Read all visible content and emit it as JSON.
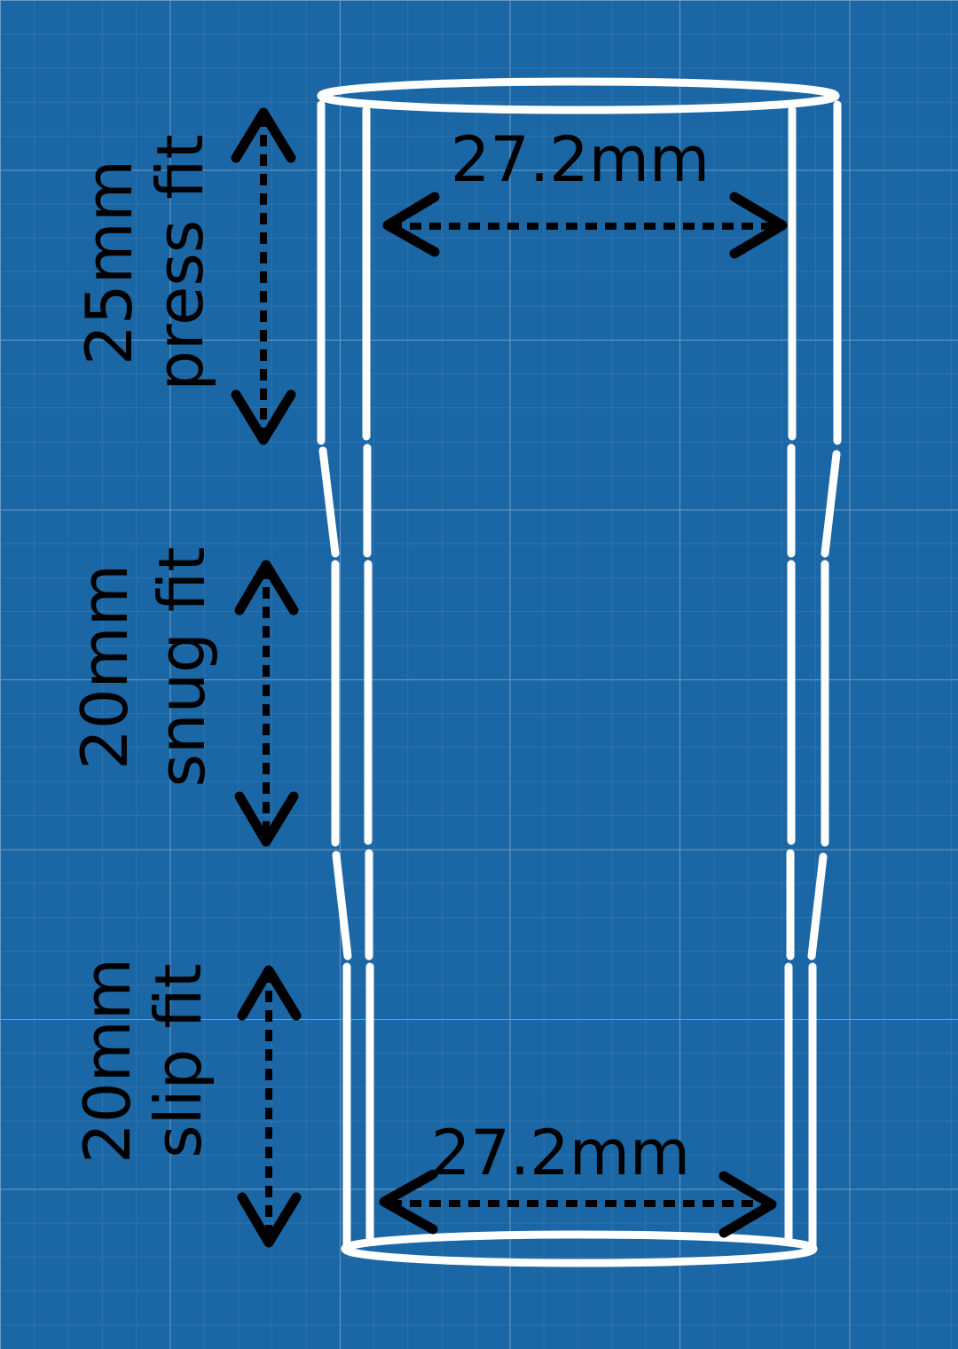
{
  "colors": {
    "background": "#1b67a5",
    "grid_major": "#6f98c3",
    "grid_minor": "#3e7db6",
    "tube": "#ffffff",
    "annotation": "#000000"
  },
  "sections": [
    {
      "length": "25mm",
      "fit": "press fit"
    },
    {
      "length": "20mm",
      "fit": "snug fit"
    },
    {
      "length": "20mm",
      "fit": "slip fit"
    }
  ],
  "diameters": {
    "top": "27.2mm",
    "bottom": "27.2mm"
  }
}
